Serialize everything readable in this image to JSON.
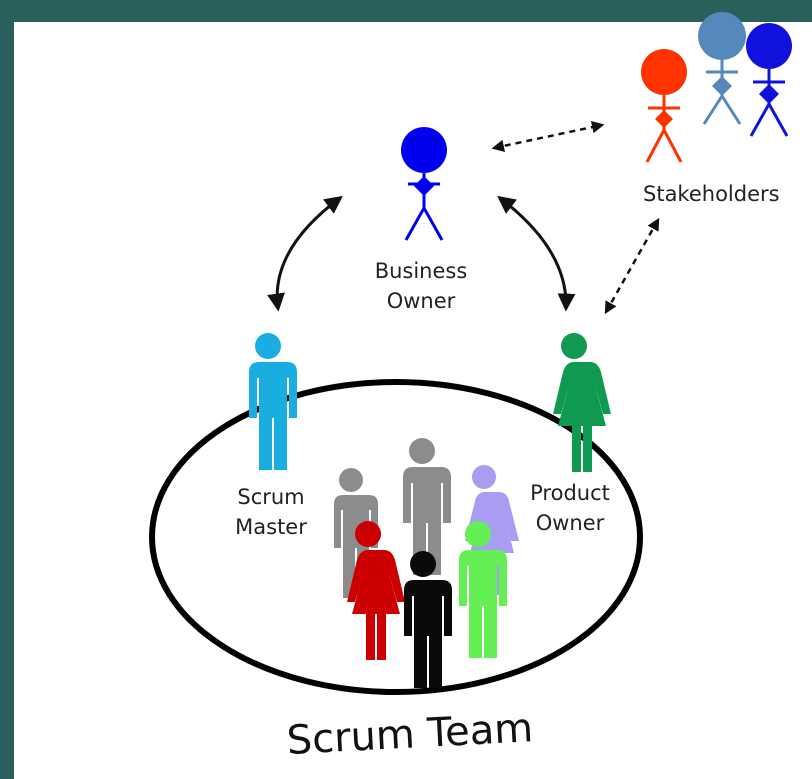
{
  "roles": {
    "business_owner": [
      "Business",
      "Owner"
    ],
    "stakeholders": "Stakeholders",
    "scrum_master": [
      "Scrum",
      "Master"
    ],
    "product_owner": [
      "Product",
      "Owner"
    ]
  },
  "team_title": "Scrum Team",
  "colors": {
    "background": "#2a5f5b",
    "panel": "#ffffff",
    "business_owner": "#0000ee",
    "stakeholder_red": "#ff3300",
    "stakeholder_blue_gray": "#5588bb",
    "stakeholder_blue": "#1111dd",
    "scrum_master": "#1aaee0",
    "product_owner": "#0f9a4f",
    "team_gray": "#8c8c8c",
    "team_lavender": "#a89df0",
    "team_red": "#cc0000",
    "team_black": "#0a0a0a",
    "team_green": "#66ee55"
  }
}
